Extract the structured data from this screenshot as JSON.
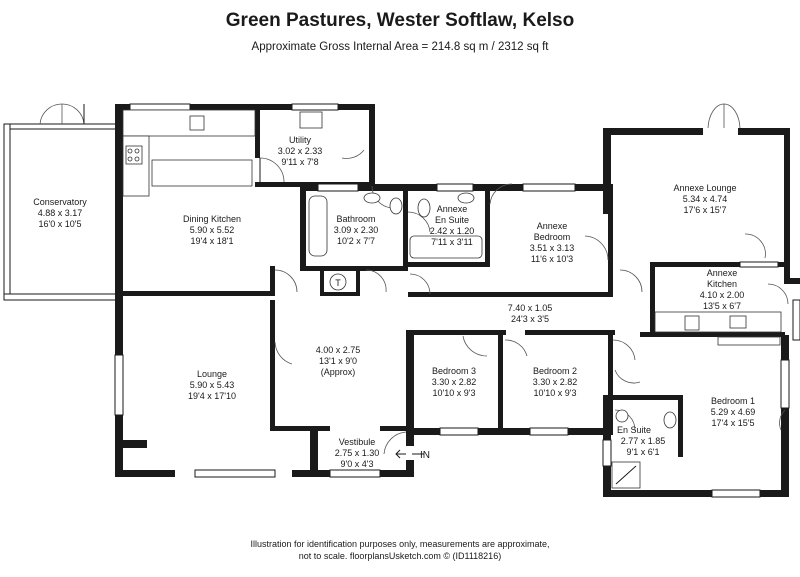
{
  "header": {
    "title": "Green Pastures, Wester Softlaw, Kelso",
    "subtitle": "Approximate Gross Internal Area = 214.8 sq m / 2312 sq ft"
  },
  "rooms": {
    "conservatory": {
      "name": "Conservatory",
      "metric": "4.88 x 3.17",
      "imperial": "16'0 x 10'5"
    },
    "dining_kitchen": {
      "name": "Dining Kitchen",
      "metric": "5.90 x 5.52",
      "imperial": "19'4 x 18'1"
    },
    "utility": {
      "name": "Utility",
      "metric": "3.02 x 2.33",
      "imperial": "9'11 x 7'8"
    },
    "bathroom": {
      "name": "Bathroom",
      "metric": "3.09 x 2.30",
      "imperial": "10'2 x 7'7"
    },
    "annexe_en_suite": {
      "name1": "Annexe",
      "name2": "En Suite",
      "metric": "2.42 x 1.20",
      "imperial": "7'11 x 3'11"
    },
    "annexe_bedroom": {
      "name1": "Annexe",
      "name2": "Bedroom",
      "metric": "3.51 x 3.13",
      "imperial": "11'6 x 10'3"
    },
    "annexe_lounge": {
      "name": "Annexe Lounge",
      "metric": "5.34 x 4.74",
      "imperial": "17'6 x 15'7"
    },
    "annexe_kitchen": {
      "name1": "Annexe",
      "name2": "Kitchen",
      "metric": "4.10 x 2.00",
      "imperial": "13'5 x 6'7"
    },
    "corridor": {
      "metric": "7.40 x 1.05",
      "imperial": "24'3 x 3'5"
    },
    "hall": {
      "metric": "4.00 x 2.75",
      "imperial": "13'1 x 9'0",
      "note": "(Approx)"
    },
    "lounge": {
      "name": "Lounge",
      "metric": "5.90 x 5.43",
      "imperial": "19'4 x 17'10"
    },
    "bedroom_3": {
      "name": "Bedroom 3",
      "metric": "3.30 x 2.82",
      "imperial": "10'10 x 9'3"
    },
    "bedroom_2": {
      "name": "Bedroom 2",
      "metric": "3.30 x 2.82",
      "imperial": "10'10 x 9'3"
    },
    "bedroom_1": {
      "name": "Bedroom 1",
      "metric": "5.29 x 4.69",
      "imperial": "17'4 x 15'5"
    },
    "en_suite": {
      "name": "En Suite",
      "metric": "2.77 x 1.85",
      "imperial": "9'1 x 6'1"
    },
    "vestibule": {
      "name": "Vestibule",
      "metric": "2.75 x 1.30",
      "imperial": "9'0 x 4'3"
    }
  },
  "markers": {
    "tank": "T",
    "entry": "IN"
  },
  "footer": {
    "line1": "Illustration for identification purposes only, measurements are approximate,",
    "line2": "not to scale. floorplansUsketch.com © (ID1118216)"
  },
  "colors": {
    "wall": "#1a1a1a",
    "background": "#ffffff"
  }
}
